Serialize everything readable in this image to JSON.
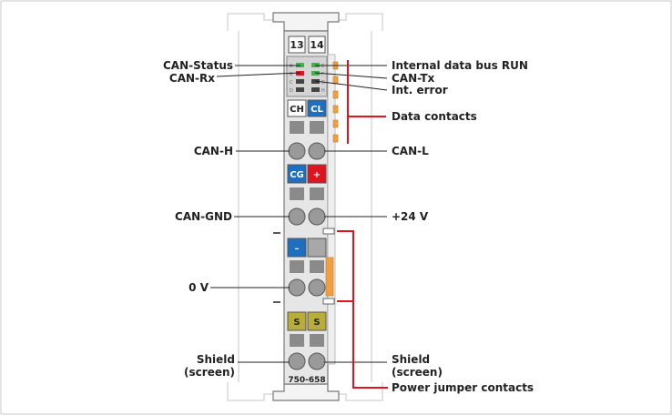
{
  "module": {
    "slot_left": "13",
    "slot_right": "14",
    "model_number": "750-658",
    "led_letters_left": [
      "A",
      "B",
      "C",
      "D"
    ],
    "led_letters_right": [
      "E",
      "F",
      "G",
      "H"
    ],
    "tag_ch": "CH",
    "tag_cl": "CL",
    "tag_cg": "CG",
    "tag_plus": "+",
    "tag_minus": "–",
    "tag_s_left": "S",
    "tag_s_right": "S"
  },
  "labels_left": {
    "can_status": "CAN-Status",
    "can_rx": "CAN-Rx",
    "can_h": "CAN-H",
    "can_gnd": "CAN-GND",
    "zero_v": "0 V",
    "shield_line1": "Shield",
    "shield_line2": "(screen)"
  },
  "labels_right": {
    "internal_bus_run": "Internal data bus RUN",
    "can_tx": "CAN-Tx",
    "int_error": "Int. error",
    "data_contacts": "Data contacts",
    "can_l": "CAN-L",
    "plus_24v": "+24 V",
    "shield_line1": "Shield",
    "shield_line2": "(screen)",
    "power_jumper": "Power jumper contacts"
  },
  "colors": {
    "leader": "#222222",
    "callout_red": "#e0141e",
    "module_body": "#e6e6e6",
    "blue_tag": "#1e6fc0",
    "red_tag": "#e0141e",
    "olive_tag": "#b9ad3a",
    "orange_contact": "#f0a040"
  }
}
